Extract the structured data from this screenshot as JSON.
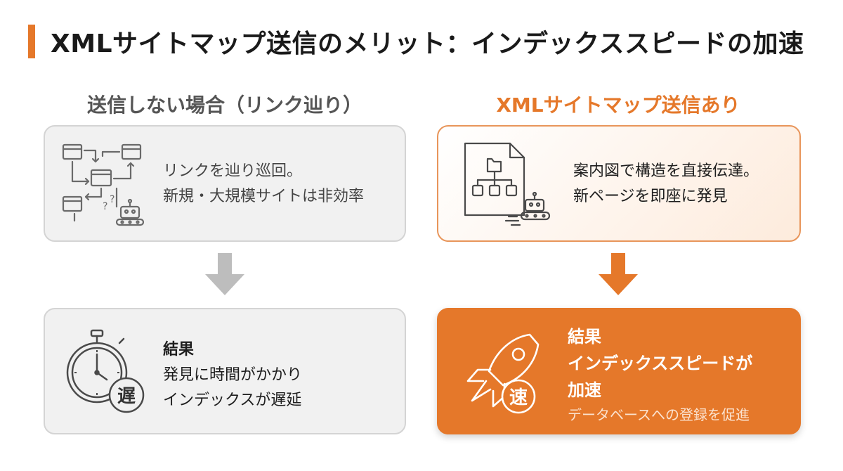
{
  "title": "XMLサイトマップ送信のメリット：インデックススピードの加速",
  "colors": {
    "accent": "#e5782a",
    "gray_card": "#f1f1f1",
    "gray_arrow": "#bdbdbd"
  },
  "left": {
    "heading": "送信しない場合（リンク辿り）",
    "card1": {
      "icon": "link-crawl-robot-icon",
      "line1": "リンクを辿り巡回。",
      "line2": "新規・大規模サイトは非効率"
    },
    "card2": {
      "icon": "stopwatch-slow-icon",
      "badge": "遅",
      "label": "結果",
      "line1": "発見に時間がかかり",
      "line2": "インデックスが遅延"
    }
  },
  "right": {
    "heading": "XMLサイトマップ送信あり",
    "card1": {
      "icon": "sitemap-document-robot-icon",
      "line1": "案内図で構造を直接伝達。",
      "line2": "新ページを即座に発見"
    },
    "card2": {
      "icon": "rocket-fast-icon",
      "badge": "速",
      "label": "結果",
      "line1": "インデックススピードが",
      "line2": "加速",
      "sub": "データベースへの登録を促進"
    }
  }
}
